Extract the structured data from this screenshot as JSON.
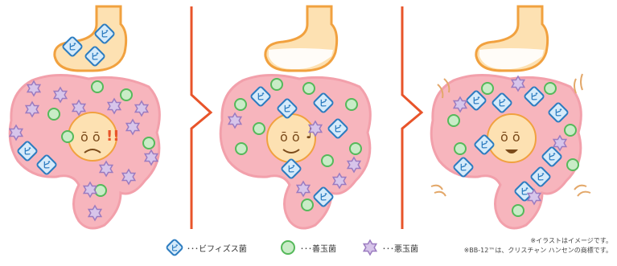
{
  "legend": {
    "bifidus": {
      "glyph": "ビ",
      "label": "･･･ビフィズス菌",
      "color": "#2c7cc0"
    },
    "good": {
      "label": "･･･善玉菌",
      "color": "#55b95a"
    },
    "bad": {
      "label": "･･･悪玉菌",
      "color": "#9b7bc0"
    }
  },
  "panels": [
    {
      "state": "upset",
      "exclaim": "!!"
    },
    {
      "state": "happy",
      "note": "♪"
    },
    {
      "state": "energetic"
    }
  ],
  "notes": {
    "line1": "※イラストはイメージです。",
    "line2": "※BB-12™は、クリスチャン ハンセンの商標です。"
  },
  "colors": {
    "intestine": "#f7b5bd",
    "stomach": "#fde1b2",
    "divider": "#e8542a",
    "outline": "#f1a13f"
  }
}
